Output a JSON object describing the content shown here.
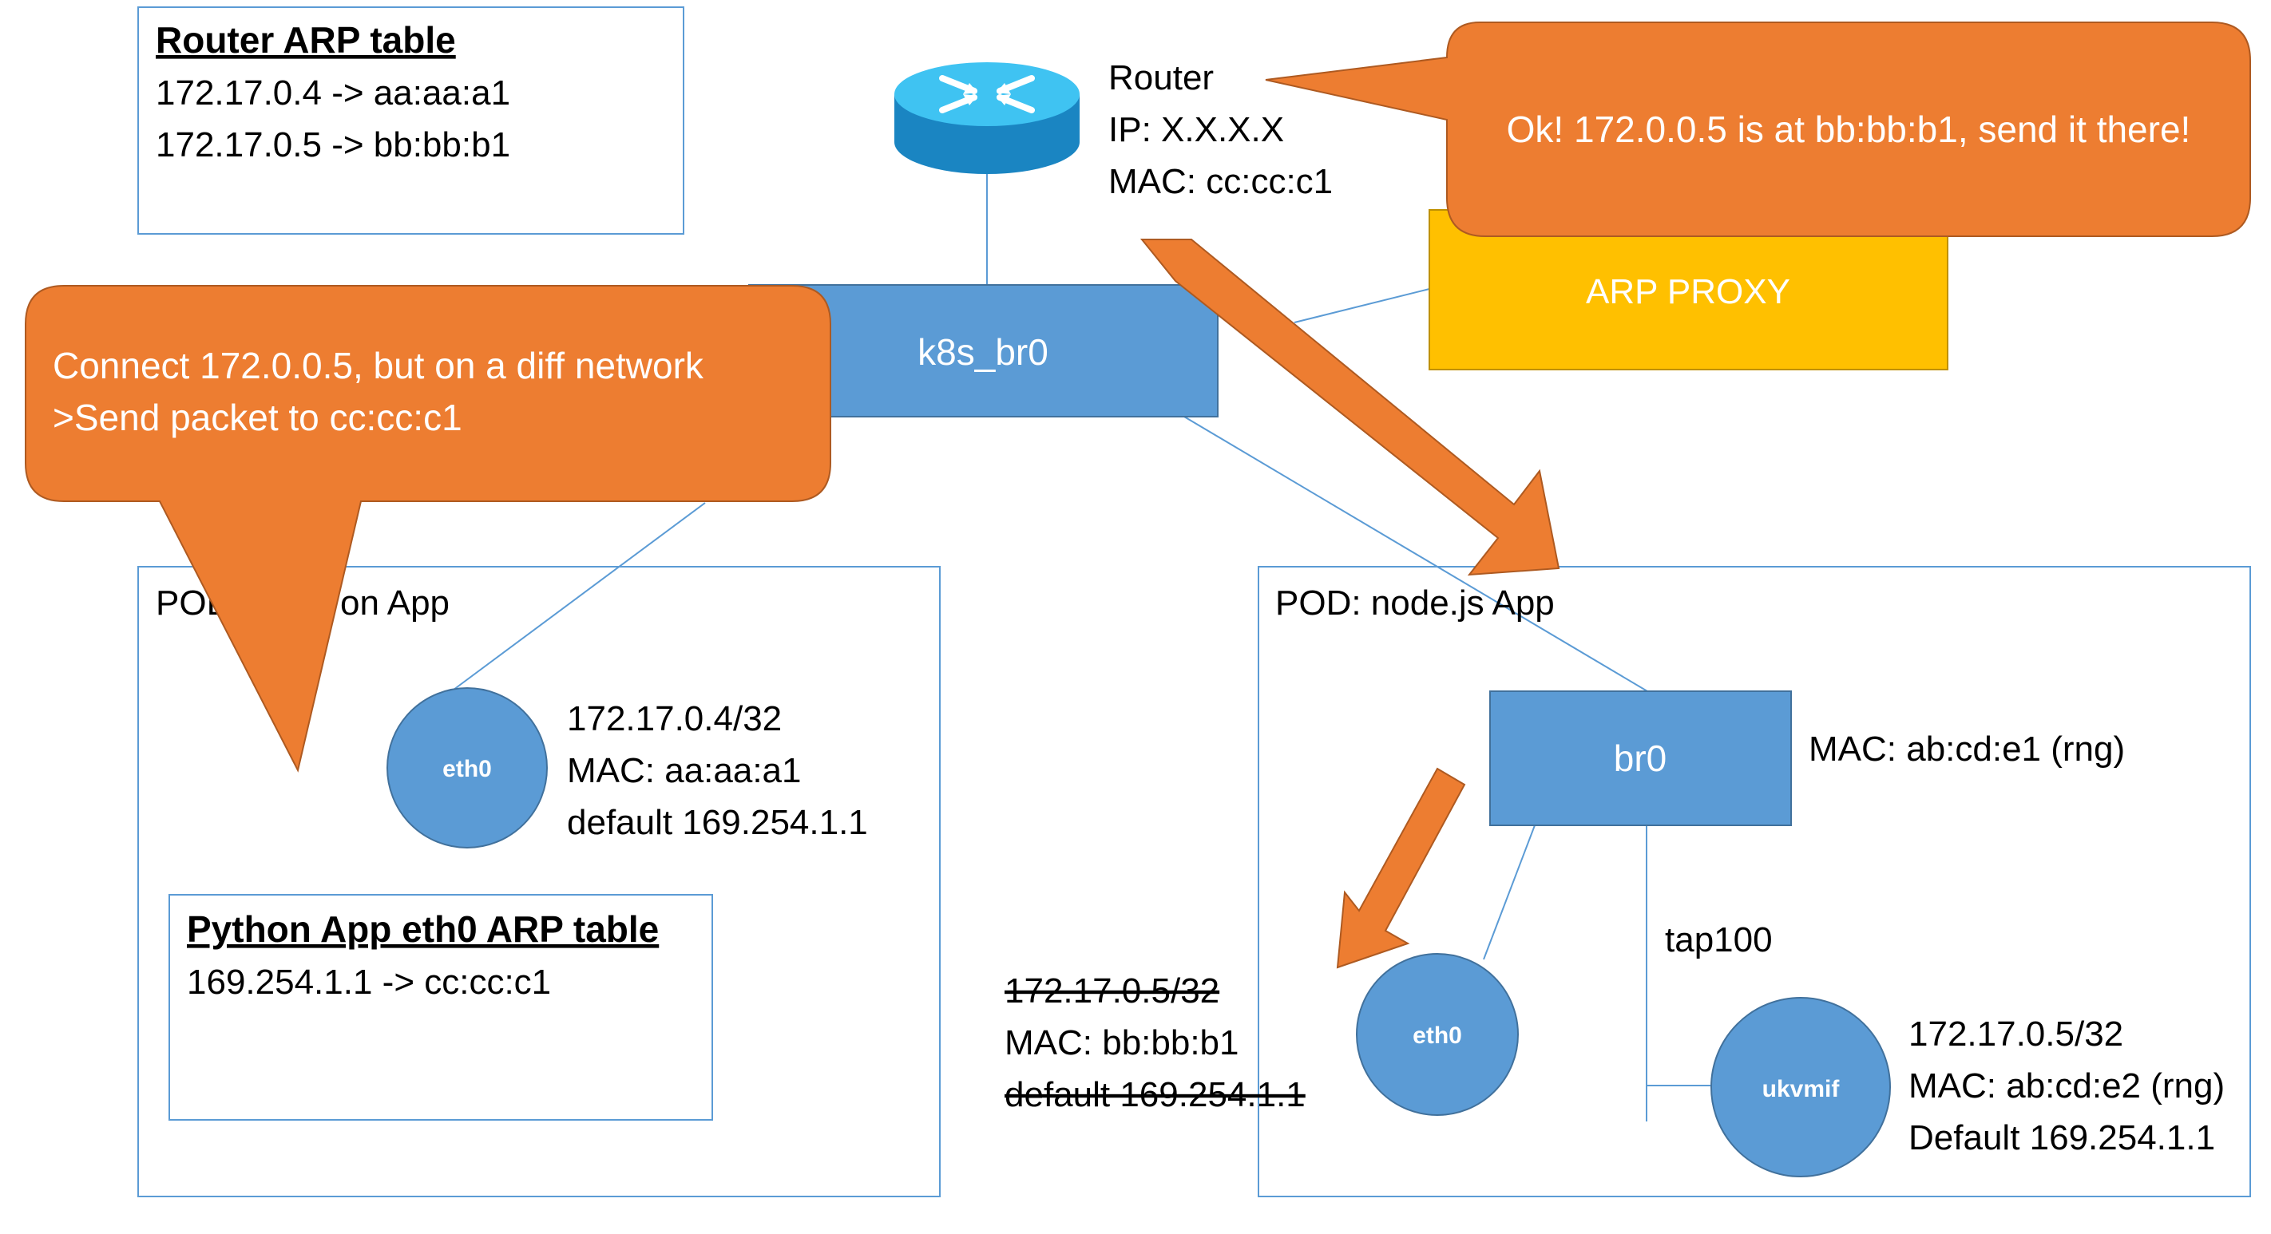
{
  "colors": {
    "box_blue": "#5b9bd5",
    "box_blue_stroke": "#41719c",
    "outline_blue": "#5b9bd5",
    "line_blue": "#5b9bd5",
    "callout_orange": "#ed7d31",
    "callout_stroke": "#ae5a21",
    "proxy_yellow": "#ffc000",
    "router_top": "#3fc3f2",
    "router_side": "#1a85c2",
    "text": "#000000",
    "white": "#ffffff"
  },
  "router_arp": {
    "title": "Router ARP table",
    "lines": [
      "172.17.0.4 -> aa:aa:a1",
      "172.17.0.5 -> bb:bb:b1"
    ]
  },
  "router": {
    "icon": "router-icon",
    "name": "Router",
    "ip": "IP: X.X.X.X",
    "mac": "MAC: cc:cc:c1"
  },
  "callout_router": {
    "text": "Ok! 172.0.0.5 is at bb:bb:b1, send it there!"
  },
  "arp_proxy": {
    "label": "ARP PROXY"
  },
  "k8s_br0": {
    "label": "k8s_br0"
  },
  "callout_python": {
    "lines": [
      "Connect 172.0.0.5, but on a diff network",
      ">Send packet to cc:cc:c1"
    ]
  },
  "pod_python": {
    "title_left": "POD",
    "title_right": "on App",
    "eth0": "eth0",
    "info": [
      "172.17.0.4/32",
      "MAC: aa:aa:a1",
      "default 169.254.1.1"
    ],
    "arp_table": {
      "title": "Python App eth0 ARP table",
      "lines": [
        "169.254.1.1 -> cc:cc:c1"
      ]
    }
  },
  "pod_node": {
    "title": "POD: node.js App",
    "br0": "br0",
    "br0_mac": "MAC: ab:cd:e1 (rng)",
    "tap": "tap100",
    "eth0": "eth0",
    "eth0_info": [
      "172.17.0.5/32",
      "MAC: bb:bb:b1",
      "default 169.254.1.1"
    ],
    "ukvmif": "ukvmif",
    "ukvmif_info": [
      "172.17.0.5/32",
      "MAC: ab:cd:e2 (rng)",
      "Default 169.254.1.1"
    ]
  }
}
